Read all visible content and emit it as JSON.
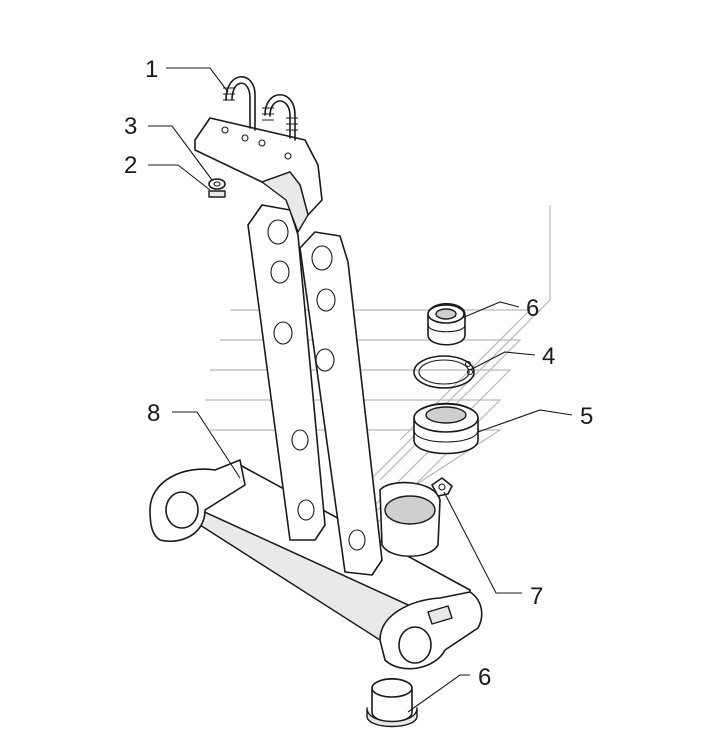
{
  "callouts": [
    {
      "id": "1",
      "label": "1"
    },
    {
      "id": "3",
      "label": "3"
    },
    {
      "id": "2",
      "label": "2"
    },
    {
      "id": "6a",
      "label": "6"
    },
    {
      "id": "4",
      "label": "4"
    },
    {
      "id": "8",
      "label": "8"
    },
    {
      "id": "5",
      "label": "5"
    },
    {
      "id": "7",
      "label": "7"
    },
    {
      "id": "6b",
      "label": "6"
    }
  ]
}
